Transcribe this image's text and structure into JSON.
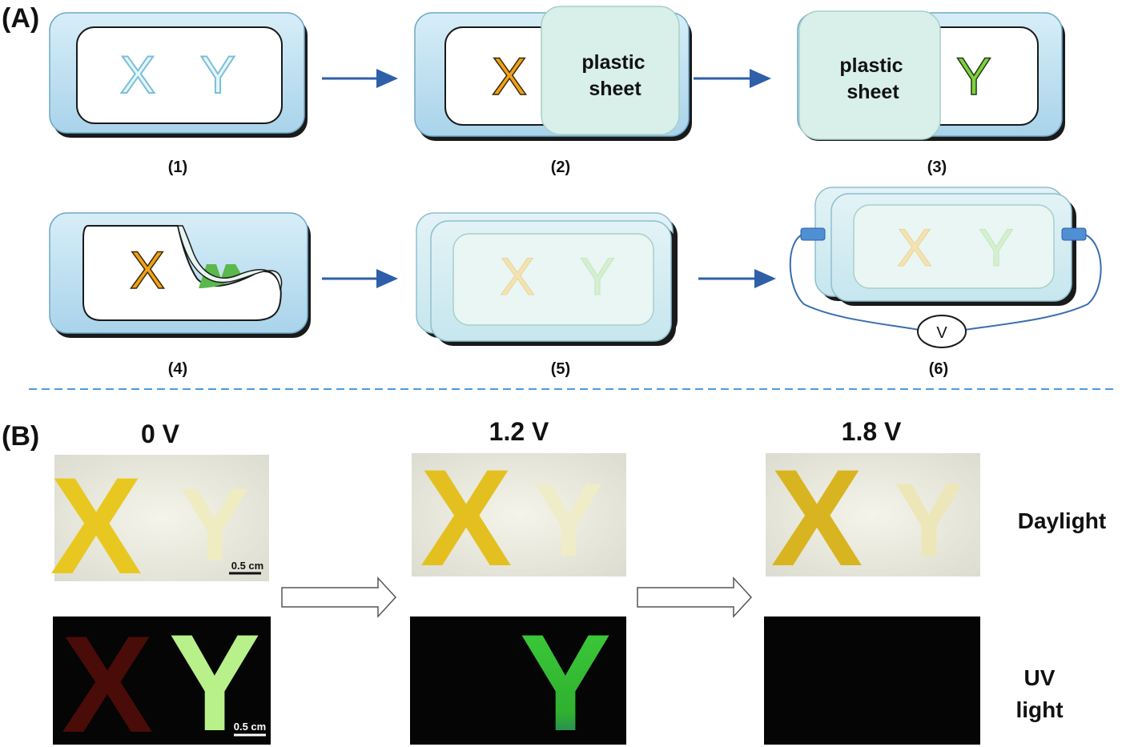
{
  "section_a": {
    "label": "(A)"
  },
  "section_b": {
    "label": "(B)"
  },
  "steps": [
    "(1)",
    "(2)",
    "(3)",
    "(4)",
    "(5)",
    "(6)"
  ],
  "letters": {
    "x": "X",
    "y": "Y"
  },
  "plastic_sheet": {
    "line1": "plastic",
    "line2": "sheet"
  },
  "voltmeter_label": "V",
  "voltages": [
    "0 V",
    "1.2 V",
    "1.8 V"
  ],
  "conditions": {
    "daylight": "Daylight",
    "uv_line1": "UV",
    "uv_line2": "light"
  },
  "scale_bar": "0.5 cm",
  "colors": {
    "device_frame": "#b9dcee",
    "device_edge": "#1a1a1a",
    "sheet": "#d8efea",
    "arrow": "#2e5fa8",
    "divider": "#4f9ad8",
    "x_orange": "#f0a21c",
    "y_green": "#7ed040",
    "x_yellow_photo": "#e8c820",
    "x_red_uv": "#5a0e08",
    "y_green_uv": "#b8f08a"
  }
}
